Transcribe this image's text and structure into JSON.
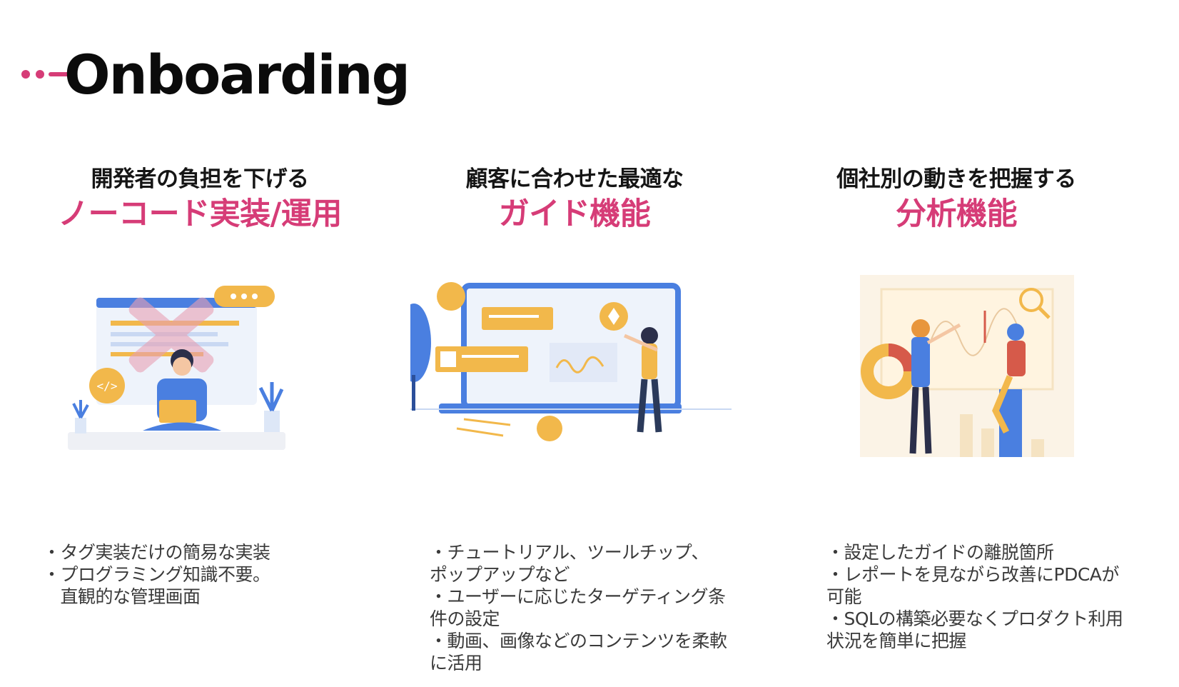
{
  "logo": {
    "text": "Onboarding",
    "colors": {
      "text": "#0b0b0b",
      "accent": "#d63c77"
    }
  },
  "columns": [
    {
      "subheading": "開発者の負担を下げる",
      "headline": "ノーコード実装/運用",
      "illustration": "developer-no-code-illustration",
      "bullets": [
        "・タグ実装だけの簡易な実装",
        "・プログラミング知識不要。",
        "　直観的な管理画面"
      ]
    },
    {
      "subheading": "顧客に合わせた最適な",
      "headline": "ガイド機能",
      "illustration": "guide-tooltip-illustration",
      "bullets": [
        "・チュートリアル、ツールチップ、",
        "ポップアップなど",
        "・ユーザーに応じたターゲティング条",
        "件の設定",
        "・動画、画像などのコンテンツを柔軟",
        "に活用"
      ]
    },
    {
      "subheading": "個社別の動きを把握する",
      "headline": "分析機能",
      "illustration": "analytics-illustration",
      "bullets": [
        "・設定したガイドの離脱箇所",
        "・レポートを見ながら改善にPDCAが",
        "可能",
        "・SQLの構築必要なくプロダクト利用",
        "状況を簡単に把握"
      ]
    }
  ],
  "colors": {
    "accent": "#d63c77",
    "blue": "#4a7fe0",
    "orange": "#f2b84b",
    "pink_light": "#e8a0b4"
  }
}
